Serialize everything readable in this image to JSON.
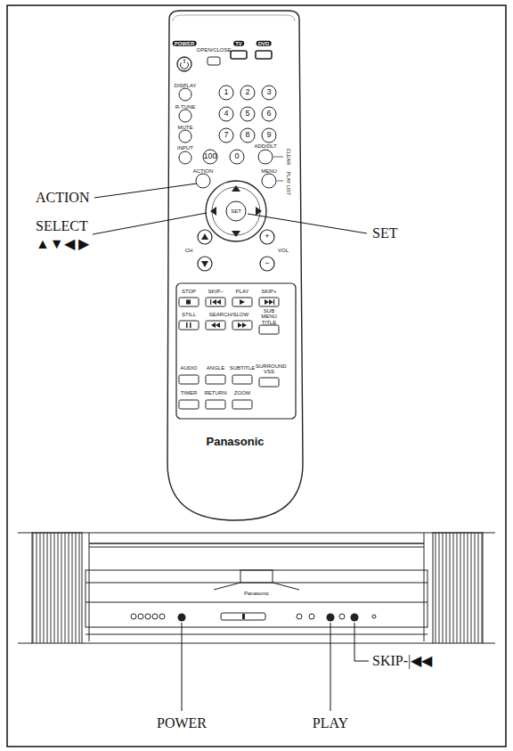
{
  "diagram": {
    "labels": [
      "POWER",
      "OPEN/CLOSE",
      "TV",
      "DVD",
      "DISPLAY",
      "1",
      "2",
      "3",
      "R-TUNE",
      "4",
      "5",
      "6",
      "MUTE",
      "7",
      "8",
      "9",
      "INPUT",
      "100",
      "0",
      "ADD/DLT",
      "CLEAR",
      "ACTION",
      "MENU",
      "PLAY LIST",
      "SET",
      "CH",
      "+",
      "−",
      "VOL",
      "STOP",
      "SKIP–",
      "PLAY",
      "SKIP+",
      "STILL",
      "SEARCH/SLOW",
      "SUB MENU TITLE",
      "AUDIO",
      "ANGLE",
      "SUBTITLE",
      "SURROUND VSS",
      "TIMER",
      "RETURN",
      "ZOOM",
      "Panasonic",
      "Panasonic",
      "ACTION",
      "SELECT",
      "▲▼◀ ▶",
      "SET",
      "POWER",
      "PLAY",
      "SKIP-|◀◀"
    ]
  }
}
